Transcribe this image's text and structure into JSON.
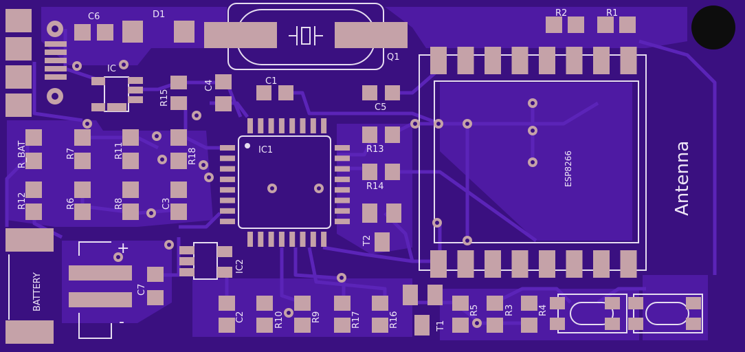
{
  "colors": {
    "substrate": "#3a1080",
    "copper": "#4e1aa3",
    "trace": "#5b24b8",
    "pad": "#c5a2a8",
    "silk": "#e6ddf0",
    "hole": "#0d0d0d"
  },
  "labels": {
    "c6": "C6",
    "d1": "D1",
    "q1": "Q1",
    "r2": "R2",
    "r1": "R1",
    "ic": "IC",
    "r15": "R15",
    "c4": "C4",
    "c1": "C1",
    "c5": "C5",
    "rbat": "R_BAT",
    "r7": "R7",
    "r11": "R11",
    "r18": "R18",
    "ic1": "IC1",
    "r13": "R13",
    "r14": "R14",
    "esp": "ESP8266",
    "antenna": "Antenna",
    "r12": "R12",
    "r6": "R6",
    "r8": "R8",
    "c3": "C3",
    "t2": "T2",
    "battery": "BATTERY",
    "plus": "+",
    "minus": "-",
    "c7": "C7",
    "ic2": "IC2",
    "c2": "C2",
    "r10": "R10",
    "r9": "R9",
    "r17": "R17",
    "r16": "R16",
    "t1": "T1",
    "r5": "R5",
    "r3": "R3",
    "r4": "R4"
  }
}
